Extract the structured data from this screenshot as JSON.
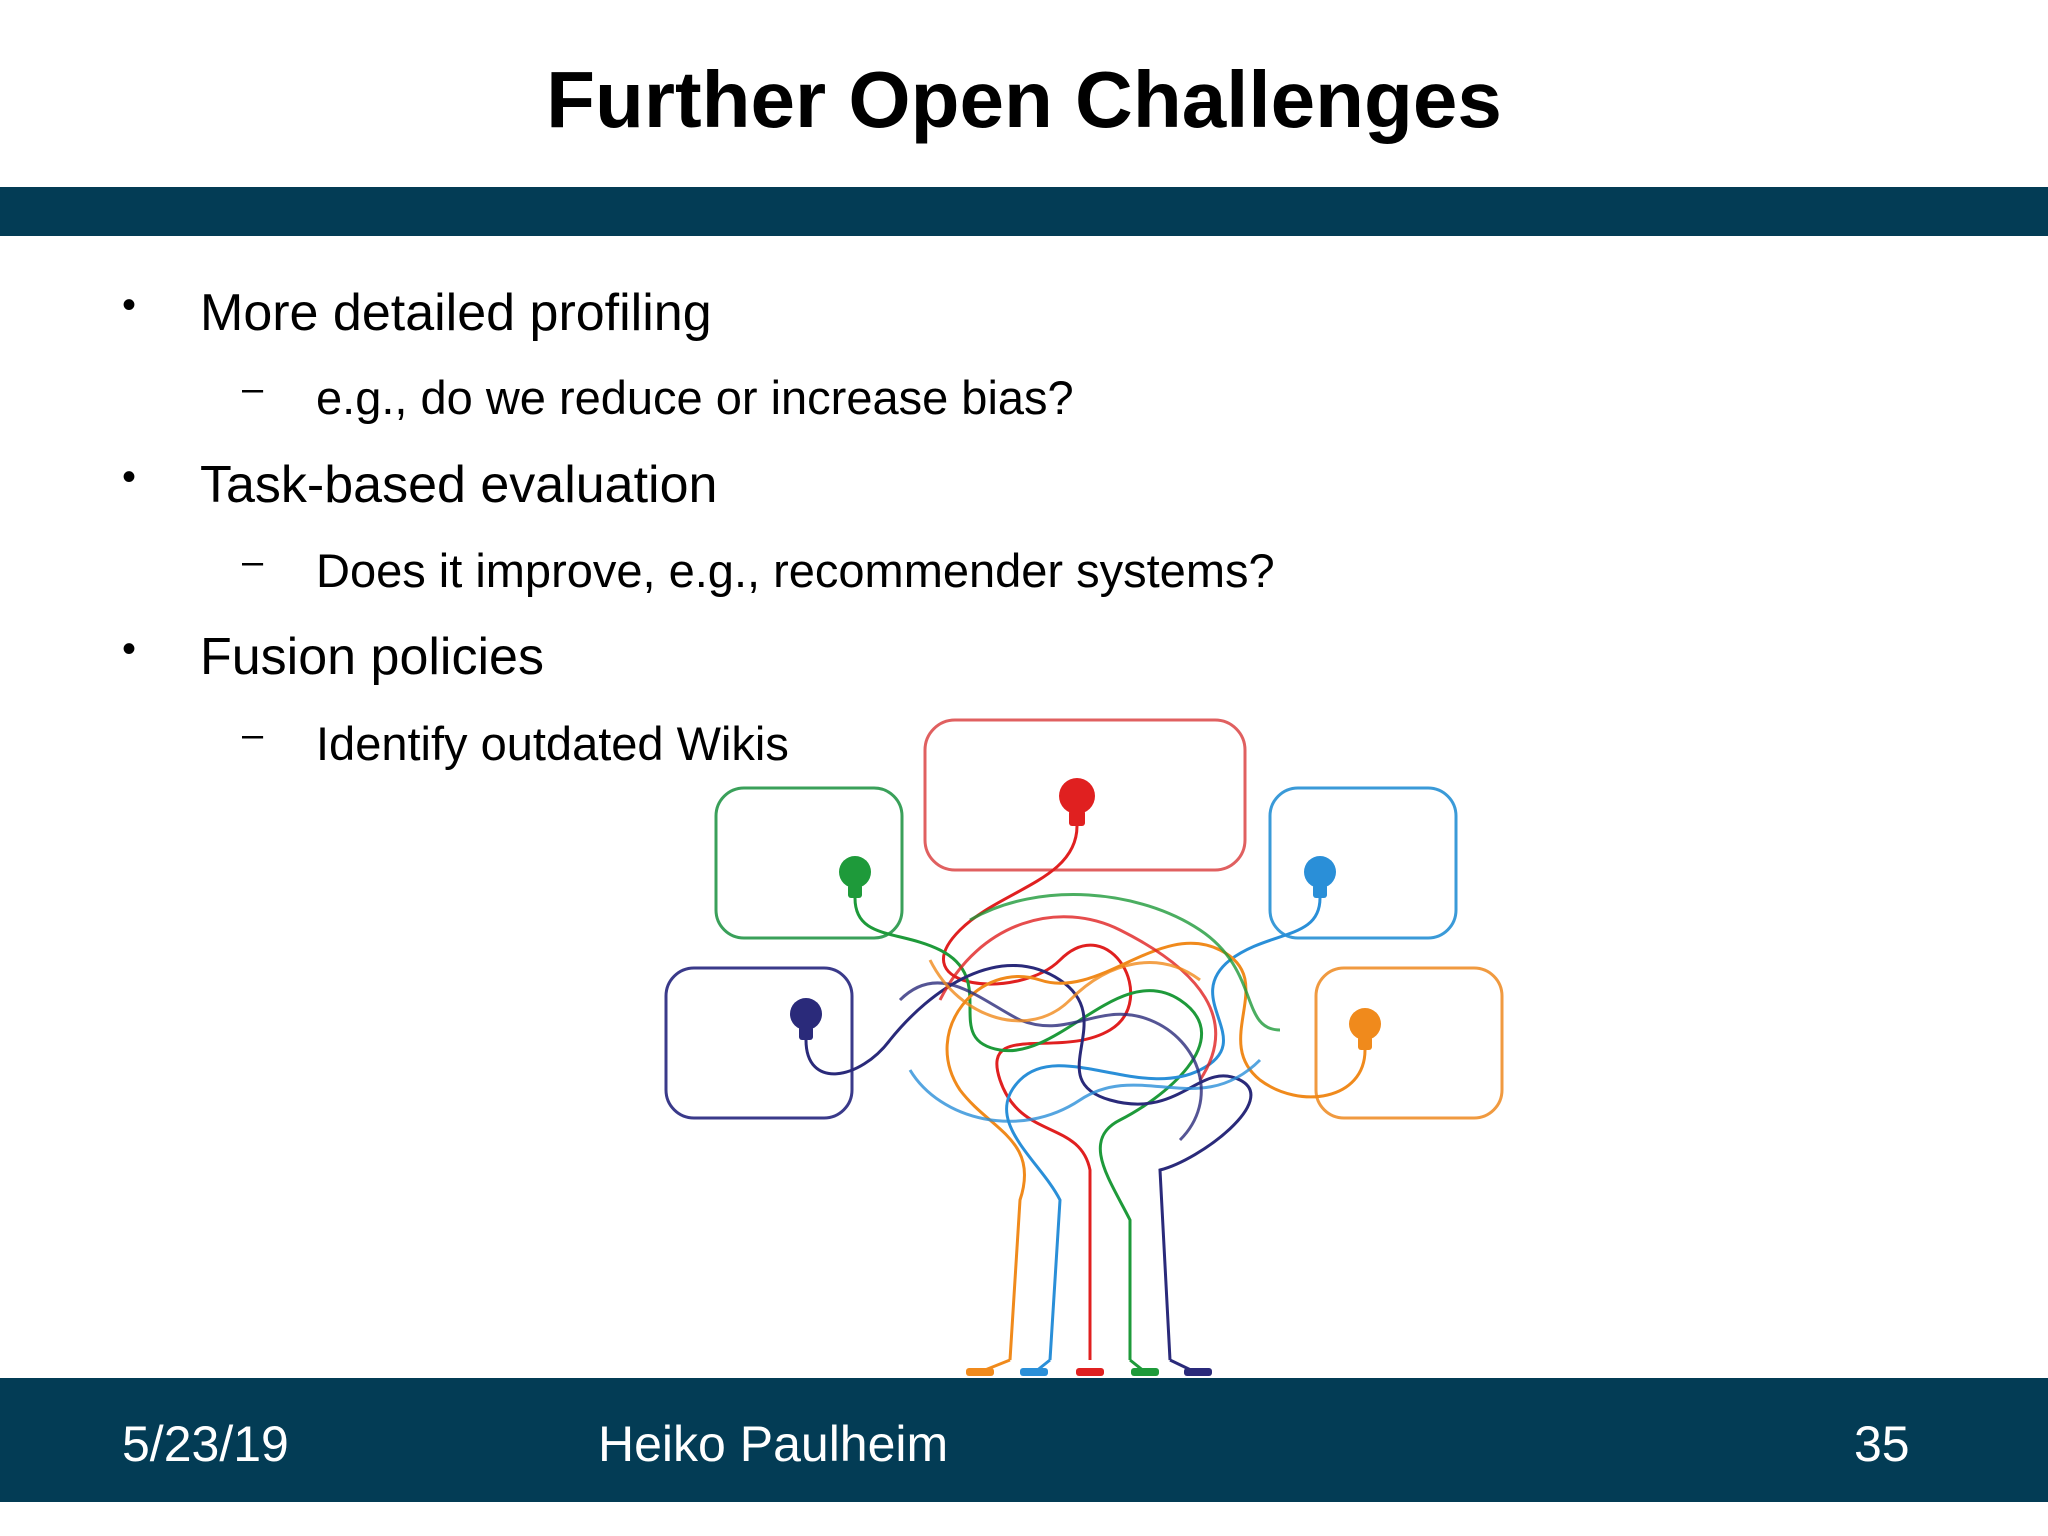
{
  "slide": {
    "title": "Further Open Challenges",
    "bullets": [
      {
        "text": "More detailed profiling",
        "sub": [
          "e.g., do we reduce or increase bias?"
        ]
      },
      {
        "text": "Task-based evaluation",
        "sub": [
          "Does it improve, e.g., recommender systems?"
        ]
      },
      {
        "text": "Fusion policies",
        "sub": [
          "Identify outdated Wikis"
        ]
      }
    ],
    "bullet_symbol": "•",
    "dash_symbol": "–"
  },
  "footer": {
    "date": "5/23/19",
    "author": "Heiko Paulheim",
    "page": "35"
  },
  "colors": {
    "band": "#033c55",
    "red": "#e02020",
    "green": "#1e9a3a",
    "blue": "#2a8fd8",
    "navy": "#2a2a7a",
    "orange": "#f08a1c"
  }
}
